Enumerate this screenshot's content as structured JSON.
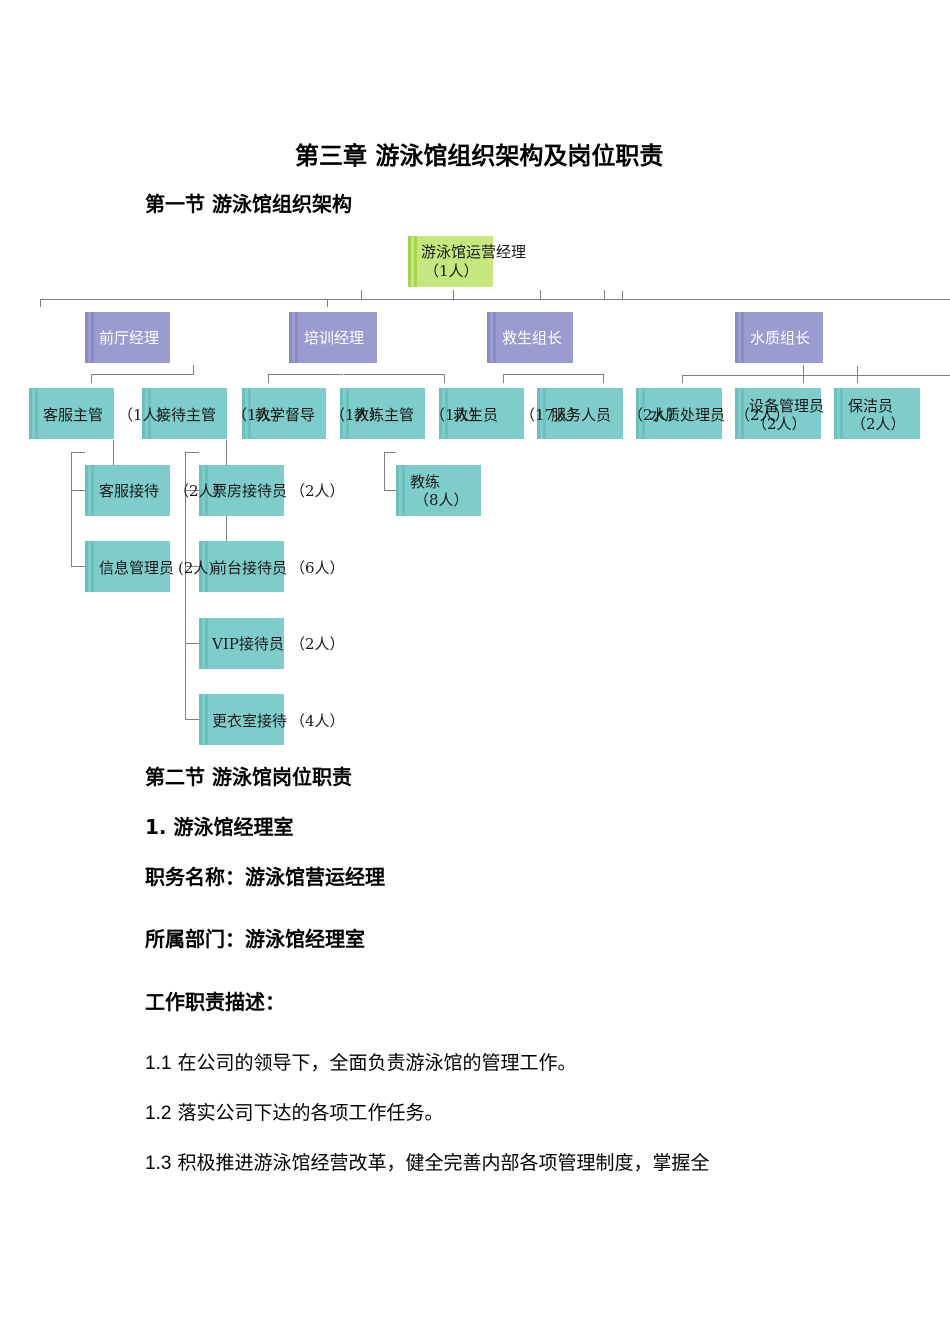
{
  "document": {
    "chapter_title": "第三章  游泳馆组织架构及岗位职责",
    "section1_title": "第一节  游泳馆组织架构",
    "section2_title": "第二节  游泳馆岗位职责",
    "sub1_title": "1. 游泳馆经理室",
    "position_name": "职务名称：游泳馆营运经理",
    "department": "所属部门：游泳馆经理室",
    "duty_heading": "工作职责描述：",
    "duties": [
      {
        "num": "1.1",
        "text": "在公司的领导下，全面负责游泳馆的管理工作。"
      },
      {
        "num": "1.2",
        "text": "落实公司下达的各项工作任务。"
      },
      {
        "num": "1.3",
        "text": "积极推进游泳馆经营改革，健全完善内部各项管理制度，掌握全"
      }
    ]
  },
  "org_chart": {
    "top": {
      "label": "游泳馆运营经理",
      "count": "（1人）"
    },
    "managers": [
      "前厅经理",
      "培训经理",
      "救生组长",
      "水质组长"
    ],
    "level3": [
      {
        "label": "客服主管",
        "count": "（1人）"
      },
      {
        "label": "接待主管",
        "count": "（1人）"
      },
      {
        "label": "教学督导",
        "count": "（1人）"
      },
      {
        "label": "教练主管",
        "count": "（1人）"
      },
      {
        "label": "救生员",
        "count": "（17人）"
      },
      {
        "label": "服务人员",
        "count": "（2人）"
      },
      {
        "label": "水质处理员",
        "count": "（2人）"
      },
      {
        "label": "设备管理员",
        "count": "（2人）"
      },
      {
        "label": "保洁员",
        "count": "（2人）"
      }
    ],
    "level4": [
      {
        "label": "客服接待",
        "count": "（2人）"
      },
      {
        "label": "信息管理员",
        "count": "(2人)"
      },
      {
        "label": "票房接待员",
        "count": "（2人）"
      },
      {
        "label": "前台接待员",
        "count": "（6人）"
      },
      {
        "label": "VIP接待员",
        "count": "（2人）"
      },
      {
        "label": "更衣室接待",
        "count": "（4人）"
      },
      {
        "label": "教练",
        "count": "（8人）"
      }
    ]
  }
}
